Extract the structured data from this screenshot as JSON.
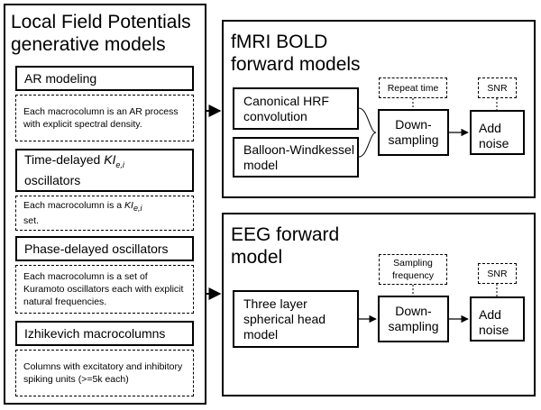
{
  "lfp": {
    "title_line1": "Local Field Potentials",
    "title_line2": "generative models",
    "ar_label": "AR modeling",
    "ar_desc": "Each macrocolumn is an AR process with explicit spectral density.",
    "td_label_pre": "Time-delayed ",
    "td_label_var": "KI",
    "td_label_sub": "e,i",
    "td_label_post": "oscillators",
    "td_desc_pre": "Each macrocolumn is a ",
    "td_desc_var": "KI",
    "td_desc_sub": "e,i",
    "td_desc_post": "set.",
    "pd_label": "Phase-delayed oscillators",
    "pd_desc": "Each macrocolumn is a set of Kuramoto oscillators each with explicit natural frequencies.",
    "iz_label": "Izhikevich macrocolumns",
    "iz_desc": "Columns with excitatory and inhibitory spiking units (>=5k each)"
  },
  "fmri": {
    "title_line1": "fMRI BOLD",
    "title_line2": "forward models",
    "hrf_label": "Canonical HRF convolution",
    "balloon_label": "Balloon-Windkessel model",
    "repeat_time": "Repeat time",
    "downsampling": "Down-sampling",
    "snr": "SNR",
    "add_noise": "Add noise"
  },
  "eeg": {
    "title_line1": "EEG forward",
    "title_line2": "model",
    "head_label": "Three layer spherical head model",
    "sampling_freq": "Sampling frequency",
    "downsampling": "Down-sampling",
    "snr": "SNR",
    "add_noise": "Add noise"
  }
}
